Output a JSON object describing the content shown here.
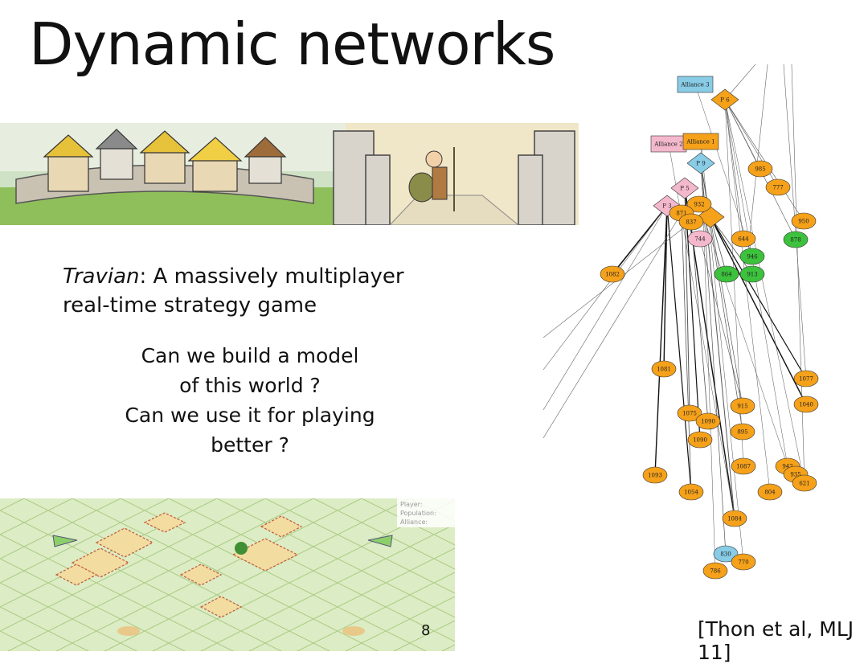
{
  "slide": {
    "title": "Dynamic networks",
    "subtitle_italic": "Travian",
    "subtitle_rest": ":  A massively multiplayer",
    "subtitle_line2": "real-time strategy game",
    "questions": [
      "Can we build a model",
      "of this world ?",
      "Can we use it for playing",
      "better ?"
    ],
    "page_number": "8",
    "citation": "[Thon et al, MLJ 11]"
  },
  "map_panel": {
    "labels": [
      "Player:",
      "Population:",
      "Alliance:"
    ]
  },
  "network": {
    "colors": {
      "orange": "#f5a11a",
      "green": "#3cc23c",
      "blue": "#88cce6",
      "pink": "#f4b8cc"
    },
    "nodes": [
      {
        "id": "a3",
        "label": "Alliance 3",
        "shape": "rect",
        "color": "blue"
      },
      {
        "id": "p6",
        "label": "P 6",
        "shape": "diamond",
        "color": "orange"
      },
      {
        "id": "a2",
        "label": "Alliance 2",
        "shape": "rect",
        "color": "pink"
      },
      {
        "id": "a1",
        "label": "Alliance 1",
        "shape": "rect",
        "color": "orange"
      },
      {
        "id": "p9",
        "label": "P 9",
        "shape": "diamond",
        "color": "blue"
      },
      {
        "id": "p5",
        "label": "P 5",
        "shape": "diamond",
        "color": "pink"
      },
      {
        "id": "p3",
        "label": "P 3",
        "shape": "diamond",
        "color": "pink"
      },
      {
        "id": "p4",
        "label": "",
        "shape": "diamond",
        "color": "orange"
      },
      {
        "id": "n985",
        "label": "985",
        "shape": "ellipse",
        "color": "orange"
      },
      {
        "id": "n777",
        "label": "777",
        "shape": "ellipse",
        "color": "orange"
      },
      {
        "id": "n932",
        "label": "932",
        "shape": "ellipse",
        "color": "orange"
      },
      {
        "id": "n871",
        "label": "871",
        "shape": "ellipse",
        "color": "orange"
      },
      {
        "id": "n837",
        "label": "837",
        "shape": "ellipse",
        "color": "orange"
      },
      {
        "id": "n950",
        "label": "950",
        "shape": "ellipse",
        "color": "orange"
      },
      {
        "id": "n744",
        "label": "744",
        "shape": "ellipse",
        "color": "pink"
      },
      {
        "id": "n644",
        "label": "644",
        "shape": "ellipse",
        "color": "orange"
      },
      {
        "id": "n878",
        "label": "878",
        "shape": "ellipse",
        "color": "green"
      },
      {
        "id": "n946",
        "label": "946",
        "shape": "ellipse",
        "color": "green"
      },
      {
        "id": "n1082",
        "label": "1082",
        "shape": "ellipse",
        "color": "orange"
      },
      {
        "id": "n864",
        "label": "864",
        "shape": "ellipse",
        "color": "green"
      },
      {
        "id": "n913",
        "label": "913",
        "shape": "ellipse",
        "color": "green"
      },
      {
        "id": "n1081",
        "label": "1081",
        "shape": "ellipse",
        "color": "orange"
      },
      {
        "id": "n1077",
        "label": "1077",
        "shape": "ellipse",
        "color": "orange"
      },
      {
        "id": "n915",
        "label": "915",
        "shape": "ellipse",
        "color": "orange"
      },
      {
        "id": "n1040",
        "label": "1040",
        "shape": "ellipse",
        "color": "orange"
      },
      {
        "id": "n1075",
        "label": "1075",
        "shape": "ellipse",
        "color": "orange"
      },
      {
        "id": "n1090a",
        "label": "1090",
        "shape": "ellipse",
        "color": "orange"
      },
      {
        "id": "n895",
        "label": "895",
        "shape": "ellipse",
        "color": "orange"
      },
      {
        "id": "n1090b",
        "label": "1090",
        "shape": "ellipse",
        "color": "orange"
      },
      {
        "id": "n1087",
        "label": "1087",
        "shape": "ellipse",
        "color": "orange"
      },
      {
        "id": "n942",
        "label": "942",
        "shape": "ellipse",
        "color": "orange"
      },
      {
        "id": "n935",
        "label": "935",
        "shape": "ellipse",
        "color": "orange"
      },
      {
        "id": "n621",
        "label": "621",
        "shape": "ellipse",
        "color": "orange"
      },
      {
        "id": "n1093",
        "label": "1093",
        "shape": "ellipse",
        "color": "orange"
      },
      {
        "id": "n1054",
        "label": "1054",
        "shape": "ellipse",
        "color": "orange"
      },
      {
        "id": "n804",
        "label": "804",
        "shape": "ellipse",
        "color": "orange"
      },
      {
        "id": "n1084",
        "label": "1084",
        "shape": "ellipse",
        "color": "orange"
      },
      {
        "id": "n830",
        "label": "830",
        "shape": "ellipse",
        "color": "blue"
      },
      {
        "id": "n770",
        "label": "770",
        "shape": "ellipse",
        "color": "orange"
      },
      {
        "id": "n786",
        "label": "786",
        "shape": "ellipse",
        "color": "orange"
      }
    ]
  }
}
